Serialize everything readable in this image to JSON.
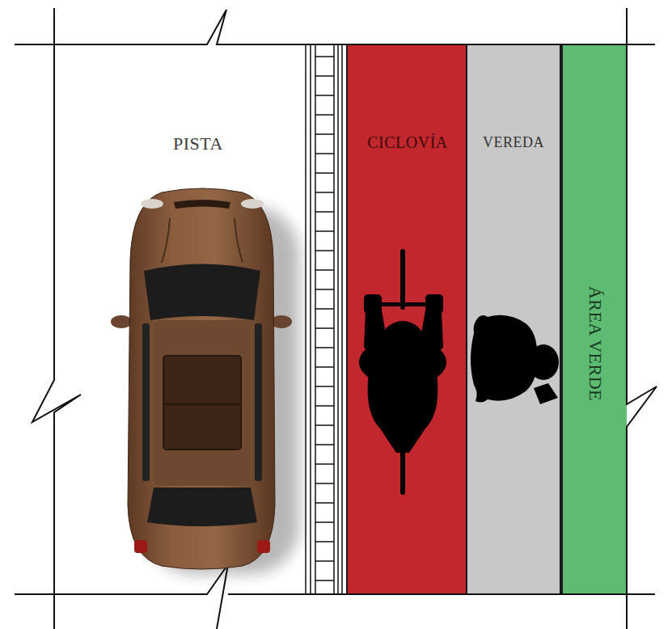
{
  "diagram": {
    "nodes": [
      {
        "text": [
          "PISTA"
        ]
      },
      {
        "text": [
          "CICLOVÍA"
        ]
      },
      {
        "text": [
          "VEREDA"
        ]
      },
      {
        "text": [
          "ÁREA VERDE"
        ]
      }
    ]
  }
}
